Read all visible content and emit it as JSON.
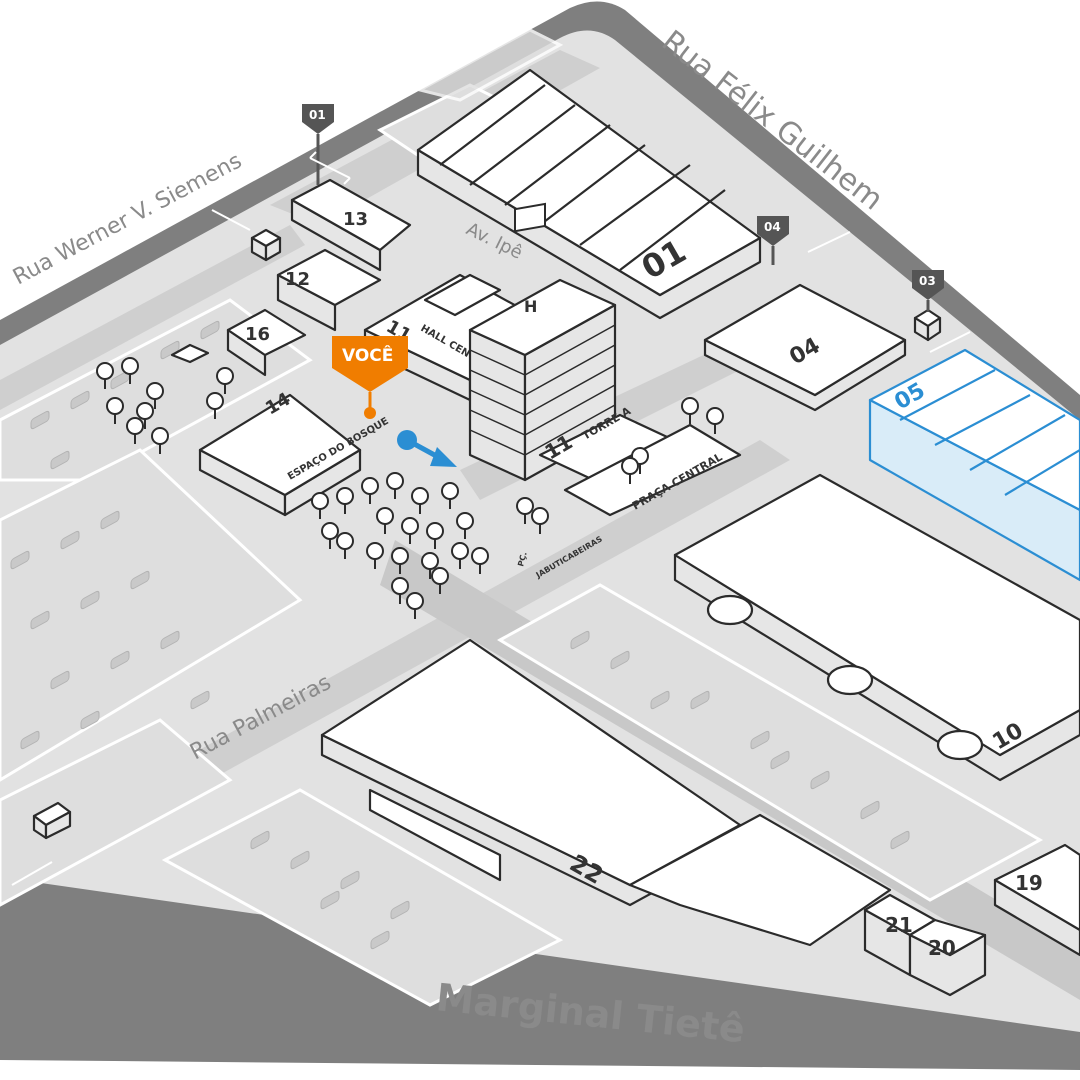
{
  "streets": {
    "werner_siemens": "Rua Werner V. Siemens",
    "felix_guilhem": "Rua Félix Guilhem",
    "palmeiras": "Rua Palmeiras",
    "marginal_tiete": "Marginal Tietê",
    "av_ipe": "Av. Ipê"
  },
  "you_marker": {
    "label": "VOCÊ"
  },
  "buildings": {
    "b01": "01",
    "b04": "04",
    "b05": "05",
    "b10": "10",
    "b11_hall": "11",
    "hall_central": "HALL CENTRAL",
    "b11_torre": "11",
    "torre_a": "TORRE A",
    "b12": "12",
    "b13": "13",
    "b14": "14",
    "espaco_bosque": "ESPAÇO DO BOSQUE",
    "b16": "16",
    "b19": "19",
    "b20": "20",
    "b21": "21",
    "b22": "22",
    "heliport": "H"
  },
  "places": {
    "praca_central": "PRAÇA CENTRAL",
    "pc_jabuticabeiras_1": "PÇ.",
    "pc_jabuticabeiras_2": "JABUTICABEIRAS"
  },
  "gates": [
    "01",
    "04",
    "03"
  ],
  "colors": {
    "highlight": "#2b8ed3",
    "you": "#f07d00",
    "road": "#8a8a8a",
    "pin": "#555555"
  }
}
